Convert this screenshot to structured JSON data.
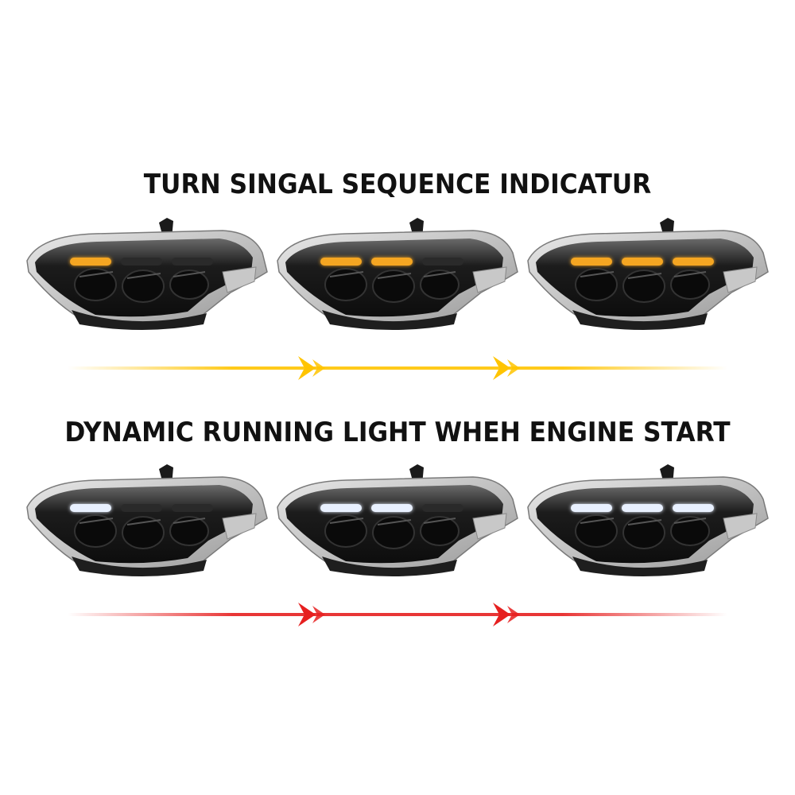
{
  "sections": [
    {
      "title": "TURN SINGAL SEQUENCE INDICATUR",
      "light_color": "#f5a623",
      "arrow_color": "#ffc400",
      "frames": [
        {
          "lit_segments": 1
        },
        {
          "lit_segments": 2
        },
        {
          "lit_segments": 3
        }
      ]
    },
    {
      "title": "DYNAMIC RUNNING LIGHT WHEH ENGINE START",
      "light_color": "#e8f0ff",
      "arrow_color": "#e62020",
      "frames": [
        {
          "lit_segments": 1
        },
        {
          "lit_segments": 2
        },
        {
          "lit_segments": 3
        }
      ]
    }
  ]
}
